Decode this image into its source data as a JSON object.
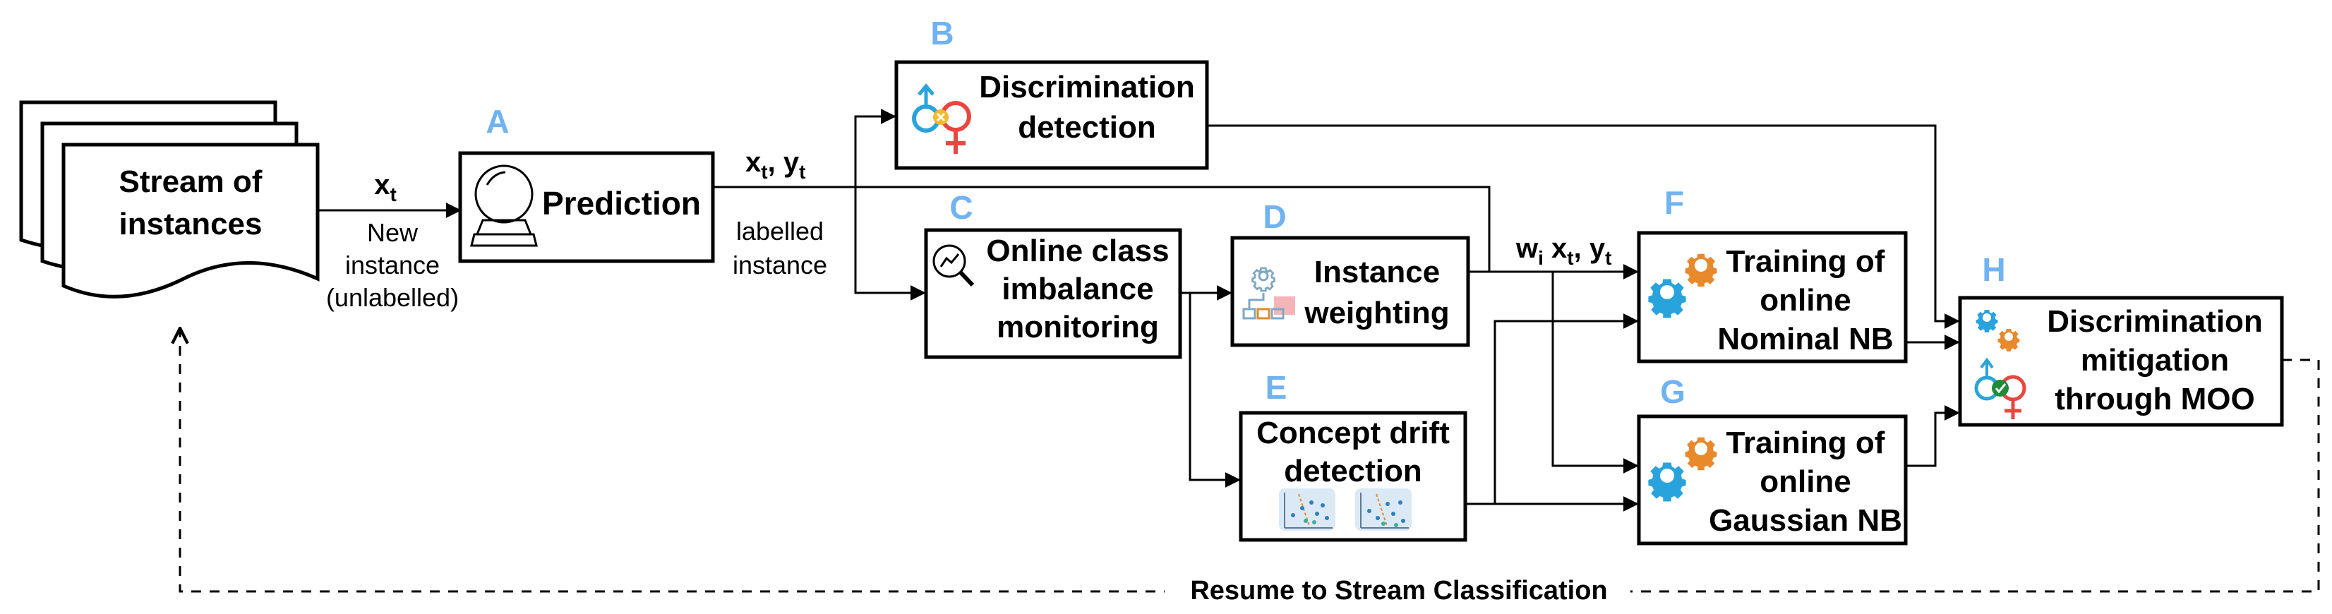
{
  "stream": {
    "line1": "Stream of",
    "line2": "instances"
  },
  "input_edge": {
    "var": "x",
    "sub": "t",
    "line1": "New",
    "line2": "instance",
    "line3": "(unlabelled)"
  },
  "labelled_edge": {
    "var1": "x",
    "sub1": "t",
    "sep": ", ",
    "var2": "y",
    "sub2": "t",
    "line1": "labelled",
    "line2": "instance"
  },
  "weight_edge": {
    "w": "w",
    "wsub": "i",
    "x": " x",
    "xsub": "t",
    "sep": ", ",
    "y": "y",
    "ysub": "t"
  },
  "nodes": {
    "A": {
      "letter": "A",
      "label": "Prediction",
      "icon": "crystal-ball-icon"
    },
    "B": {
      "letter": "B",
      "line1": "Discrimination",
      "line2": "detection",
      "icon": "gender-symbols-icon"
    },
    "C": {
      "letter": "C",
      "line1": "Online class",
      "line2": "imbalance",
      "line3": "monitoring",
      "icon": "magnifier-chart-icon"
    },
    "D": {
      "letter": "D",
      "line1": "Instance",
      "line2": "weighting",
      "icon": "gear-hierarchy-icon"
    },
    "E": {
      "letter": "E",
      "line1": "Concept drift",
      "line2": "detection",
      "icon": "scatter-plot-icon"
    },
    "F": {
      "letter": "F",
      "line1": "Training of",
      "line2": "online",
      "line3": "Nominal NB",
      "icon": "gears-icon"
    },
    "G": {
      "letter": "G",
      "line1": "Training of",
      "line2": "online",
      "line3": "Gaussian NB",
      "icon": "gears-icon"
    },
    "H": {
      "letter": "H",
      "line1": "Discrimination",
      "line2": "mitigation",
      "line3": "through MOO",
      "icon": "gears-gender-check-icon"
    }
  },
  "feedback": {
    "label": "Resume to Stream Classification"
  },
  "colors": {
    "letter": "#6fb3f2",
    "gear_blue": "#29a3dc",
    "gear_orange": "#e8892b",
    "female_red": "#e8473f",
    "check_green": "#1e8a3a"
  }
}
